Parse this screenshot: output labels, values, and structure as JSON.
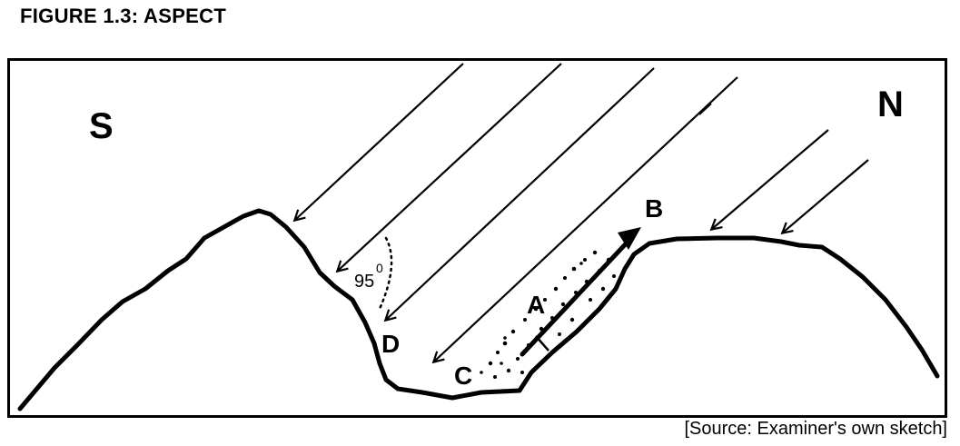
{
  "figure": {
    "title": "FIGURE 1.3:  ASPECT",
    "source": "[Source: Examiner's own sketch]"
  },
  "diagram": {
    "compass_south": "S",
    "compass_north": "N",
    "labels": {
      "a": "A",
      "b": "B",
      "c": "C",
      "d": "D"
    },
    "angle_value": "95",
    "angle_unit": "0"
  }
}
